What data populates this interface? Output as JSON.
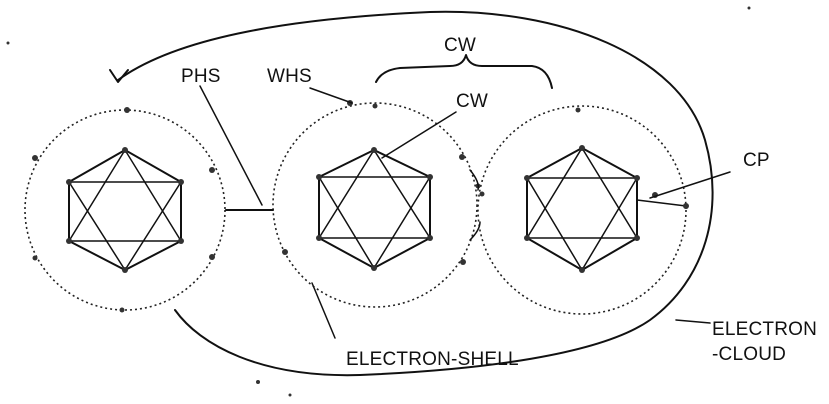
{
  "labels": {
    "phs": "PHS",
    "whs": "WHS",
    "cw_top": "CW",
    "cw_inner": "CW",
    "cp": "CP",
    "electron_shell": "ELECTRON-SHELL",
    "electron_cloud_line1": "ELECTRON",
    "electron_cloud_line2": "-CLOUD"
  },
  "colors": {
    "ink": "#111111",
    "background": "#ffffff"
  }
}
